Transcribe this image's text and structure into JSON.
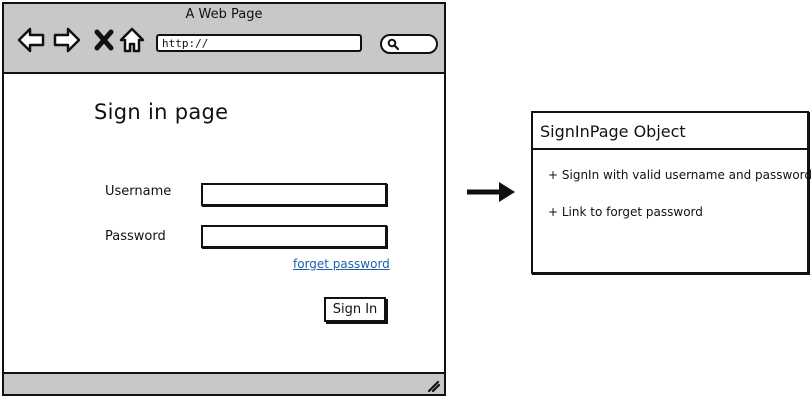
{
  "browser": {
    "window_title": "A Web Page",
    "url": "http://",
    "icons": {
      "back": "back-arrow-icon",
      "forward": "forward-arrow-icon",
      "close": "close-icon",
      "home": "home-icon",
      "search": "search-icon",
      "resize": "resize-grip-icon"
    },
    "chrome_color": "#c8c8c8"
  },
  "signin_page": {
    "heading": "Sign in page",
    "username_label": "Username",
    "username_value": "",
    "password_label": "Password",
    "password_value": "",
    "forgot_link": "forget password",
    "signin_button": "Sign In",
    "link_color": "#1f5fae"
  },
  "arrow": {
    "icon": "right-arrow-icon"
  },
  "page_object": {
    "title": "SignInPage Object",
    "items": [
      "+ SignIn with valid username and password",
      "+ Link to forget password"
    ]
  }
}
